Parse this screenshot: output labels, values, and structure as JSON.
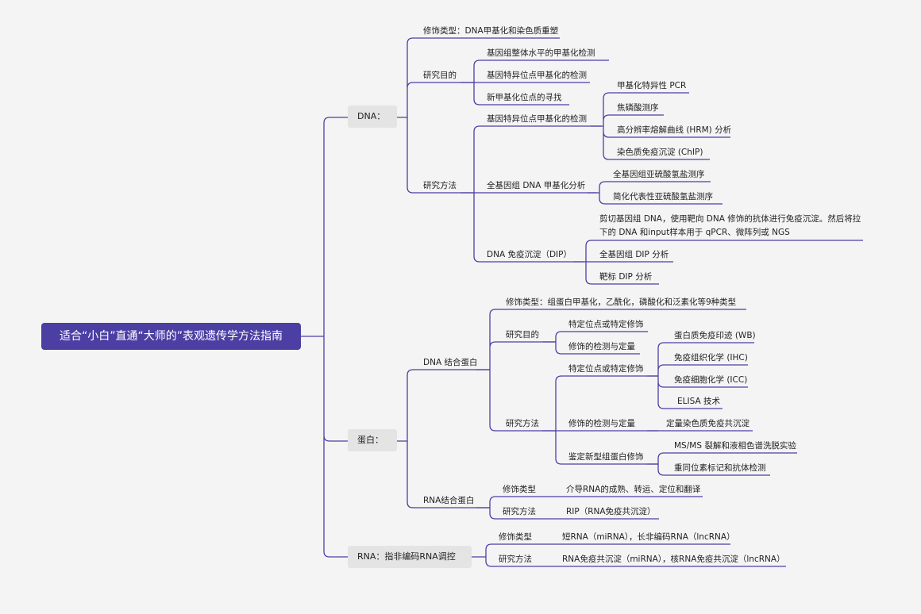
{
  "colors": {
    "line": "#4b3fa3",
    "root_bg": "#4b3fa3",
    "box_bg": "#e4e4e4"
  },
  "root": "适合“小白”直通“大师的”表观遗传学方法指南",
  "dna": {
    "label": "DNA：",
    "mod_type": "修饰类型：DNA甲基化和染色质重塑",
    "purpose": {
      "label": "研究目的",
      "items": [
        "基因组整体水平的甲基化检测",
        "基因特异位点甲基化的检测",
        "新甲基化位点的寻找"
      ]
    },
    "methods": {
      "label": "研究方法",
      "site": {
        "label": "基因特异位点甲基化的检测",
        "items": [
          "甲基化特异性 PCR",
          "焦磷酸测序",
          "高分辨率熔解曲线 (HRM) 分析",
          "染色质免疫沉淀 (ChIP)"
        ]
      },
      "genome": {
        "label": "全基因组 DNA 甲基化分析",
        "items": [
          "全基因组亚硫酸氢盐测序",
          "简化代表性亚硫酸氢盐测序"
        ]
      },
      "dip": {
        "label": "DNA 免疫沉淀（DIP）",
        "desc": "剪切基因组 DNA，使用靶向 DNA 修饰的抗体进行免疫沉淀。然后将拉下的 DNA 和input样本用于 qPCR、微阵列或 NGS",
        "items": [
          "全基因组 DIP 分析",
          "靶标 DIP 分析"
        ]
      }
    }
  },
  "protein": {
    "label": "蛋白：",
    "dna_binding": {
      "label": "DNA 结合蛋白",
      "mod_type": "修饰类型：组蛋白甲基化，乙酰化，磷酸化和泛素化等9种类型",
      "purpose": {
        "label": "研究目的",
        "items": [
          "特定位点或特定修饰",
          "修饰的检测与定量"
        ]
      },
      "methods": {
        "label": "研究方法",
        "site": {
          "label": "特定位点或特定修饰",
          "items": [
            "蛋白质免疫印迹 (WB)",
            "免疫组织化学 (IHC)",
            "免疫细胞化学 (ICC)",
            "ELISA 技术"
          ]
        },
        "quant": {
          "label": "修饰的检测与定量",
          "item": "定量染色质免疫共沉淀"
        },
        "novel": {
          "label": "鉴定新型组蛋白修饰",
          "items": [
            "MS/MS 裂解和液相色谱洗脱实验",
            "重同位素标记和抗体检测"
          ]
        }
      }
    },
    "rna_binding": {
      "label": "RNA结合蛋白",
      "mod_type": {
        "label": "修饰类型",
        "value": "介导RNA的成熟、转运、定位和翻译"
      },
      "method": {
        "label": "研究方法",
        "value": "RIP（RNA免疫共沉淀）"
      }
    }
  },
  "rna": {
    "label": "RNA：指非编码RNA调控",
    "mod_type": {
      "label": "修饰类型",
      "value": "短RNA（miRNA），长非编码RNA（lncRNA）"
    },
    "method": {
      "label": "研究方法",
      "value": "RNA免疫共沉淀（miRNA），核RNA免疫共沉淀（lncRNA）"
    }
  }
}
